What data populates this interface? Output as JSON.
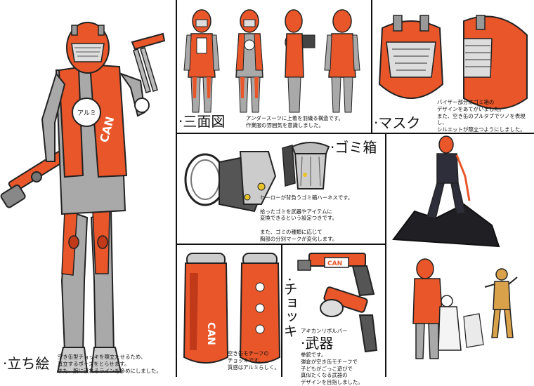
{
  "panels": {
    "standing": {
      "title": "·立ち絵",
      "note": "空き缶型チョッキを際立たせるため、\n直立するポーズをとらせます。\nまた、腕に流れるラインを多めにしました。"
    },
    "three_view": {
      "title": "·三面図",
      "note": "アンダースーツに上着を羽織る構造です。\n作業服の雰囲気を意識しました。"
    },
    "mask": {
      "title": "·マスク",
      "note": "バイザー部分はゴミ箱の\nデザインをあてがいました。\nまた、空き缶のプルタブでツノを表現し、\nシルエットが際立つようにしました。"
    },
    "trash_bin": {
      "title": "·ゴミ箱",
      "note": "ヒーローが背負うゴミ箱ハーネスです。\n\n拾ったゴミを武器やアイテムに\n変換できるという設定つきです。\n\nまた、ゴミの種類に応じて\n胸部の分別マークが変化します。"
    },
    "vest": {
      "title": "·チョッキ",
      "note": "空き缶モチーフの\nチョッキです。\n質感はアルミらしく。"
    },
    "weapon": {
      "subtitle": "アキカンリボルバー",
      "title": "·武器",
      "note": "拳銃です。\n弾倉が空き缶モチーフで\n子どもがごっこ遊びで\n真似たくなる武器の\nデザインを目指しました。"
    }
  },
  "markings": {
    "can_text": "CAN",
    "aluminum_text": "アルミ"
  },
  "colors": {
    "suit_orange": "#e8562a",
    "suit_grey": "#a9a9a9",
    "dark": "#2b2b2b",
    "skin": "#d9a24a"
  }
}
